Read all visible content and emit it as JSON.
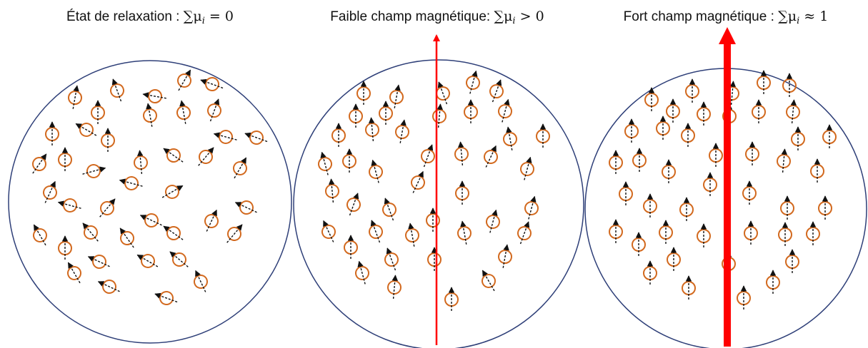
{
  "panels": [
    {
      "title_text": "État de relaxation : ",
      "sum_symbol": "∑",
      "mu": "μ",
      "sub": "i",
      "relation": " = 0"
    },
    {
      "title_text": "Faible champ magnétique: ",
      "sum_symbol": "∑",
      "mu": "μ",
      "sub": "i",
      "relation": " > 0"
    },
    {
      "title_text": "Fort champ magnétique : ",
      "sum_symbol": "∑",
      "mu": "μ",
      "sub": "i",
      "relation": " ≈ 1"
    }
  ],
  "colors": {
    "circle_outline": "#2e3f78",
    "particle_ring": "#d2691e",
    "moment_arrow": "#111111",
    "field_arrow": "#ff0000"
  },
  "icons": {
    "particle": "magnetic-moment-icon",
    "field": "magnetic-field-arrow-icon"
  }
}
